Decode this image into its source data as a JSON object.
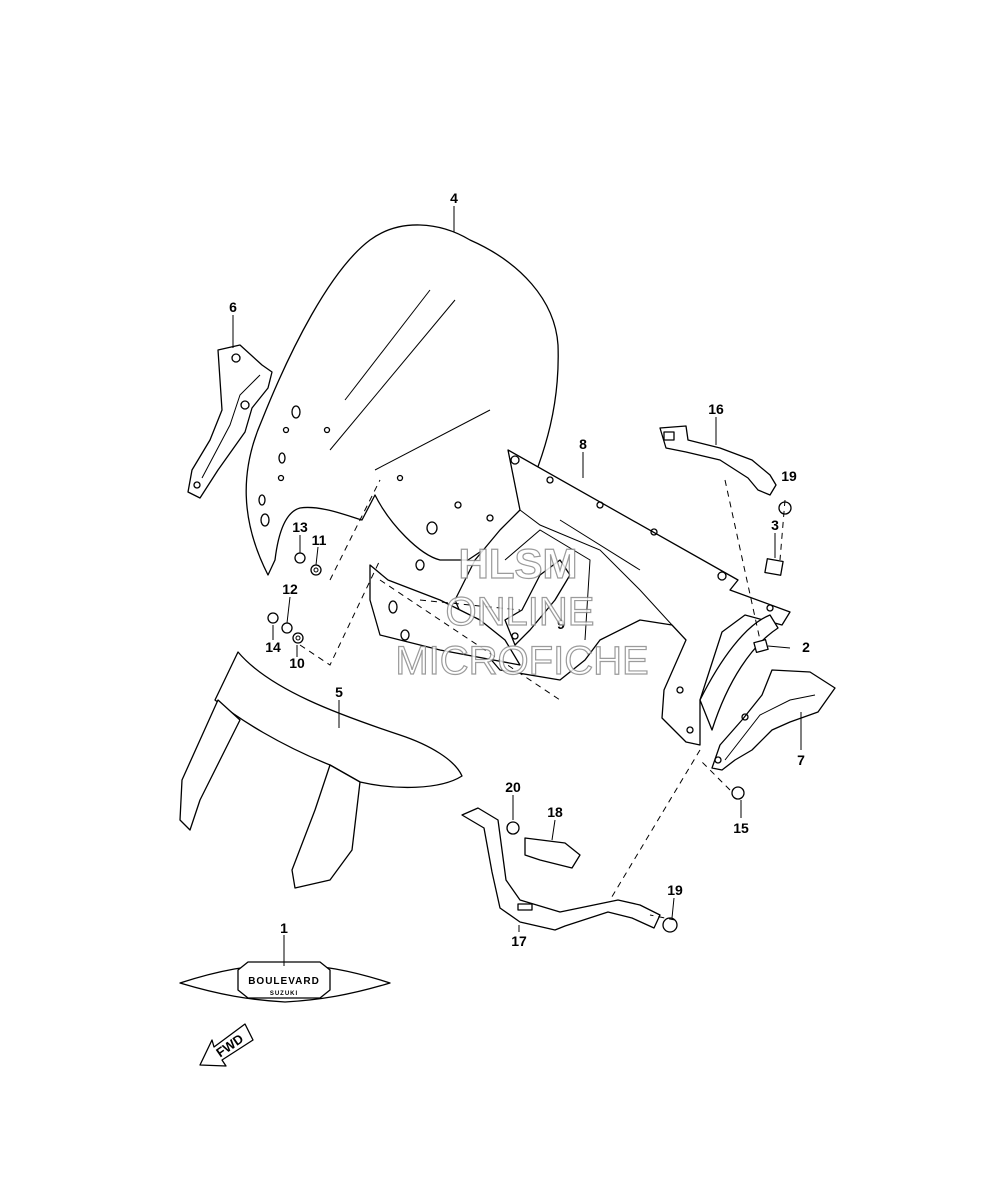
{
  "callouts": {
    "p1": "1",
    "p2": "2",
    "p3": "3",
    "p4": "4",
    "p5": "5",
    "p6": "6",
    "p7": "7",
    "p8": "8",
    "p9": "9",
    "p10": "10",
    "p11": "11",
    "p12": "12",
    "p13": "13",
    "p14": "14",
    "p15": "15",
    "p16": "16",
    "p17": "17",
    "p18": "18",
    "p19a": "19",
    "p19b": "19",
    "p20": "20"
  },
  "emblem": {
    "text": "BOULEVARD",
    "subtext": "SUZUKI"
  },
  "direction_marker": {
    "label": "FWD"
  },
  "watermark": {
    "line1": "HLSM",
    "line2": "ONLINE",
    "line3": "MICROFICHE"
  }
}
